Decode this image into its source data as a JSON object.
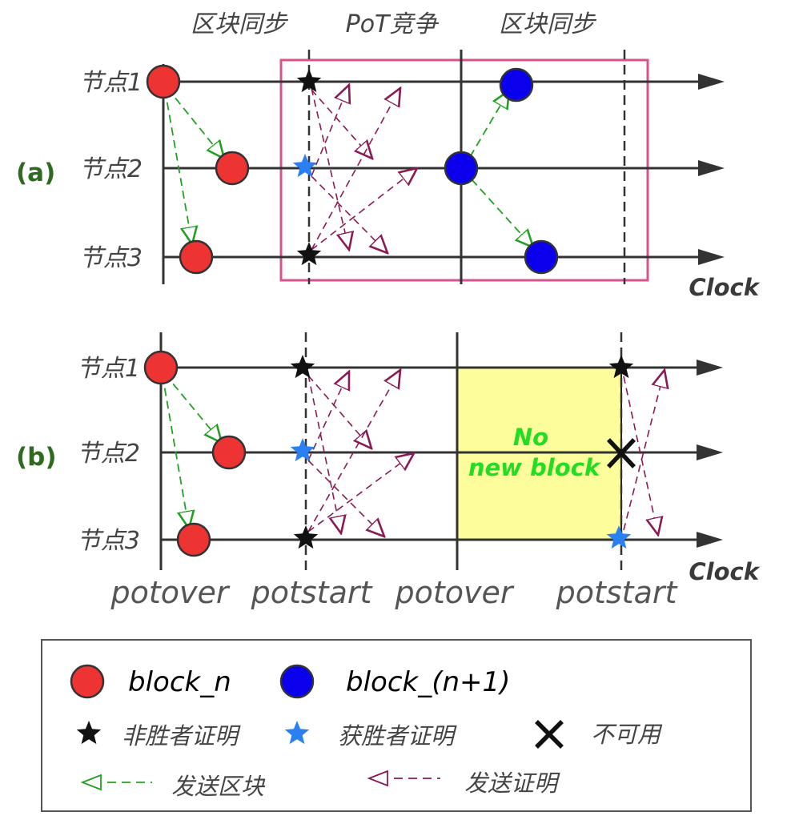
{
  "phases": [
    "区块同步",
    "PoT竞争",
    "区块同步"
  ],
  "panels": [
    {
      "label": "(a)",
      "nodes": [
        "节点1",
        "节点2",
        "节点3"
      ],
      "axis": "Clock"
    },
    {
      "label": "(b)",
      "nodes": [
        "节点1",
        "节点2",
        "节点3"
      ],
      "axis": "Clock",
      "note_line1": "No",
      "note_line2": "new block"
    }
  ],
  "time_labels": [
    "potover",
    "potstart",
    "potover",
    "potstart"
  ],
  "legend": {
    "block_n": "block_n",
    "block_n1": "block_(n+1)",
    "non_winner": "非胜者证明",
    "winner": "获胜者证明",
    "unavailable": "不可用",
    "send_block": "发送区块",
    "send_proof": "发送证明"
  },
  "colors": {
    "red": "#ee3333",
    "blue": "#0a00ee",
    "star_blue": "#2a80f0",
    "green": "#22a022",
    "purple": "#8a1a55",
    "pink_box": "#d6548c",
    "yellow": "#fdfd9b"
  }
}
